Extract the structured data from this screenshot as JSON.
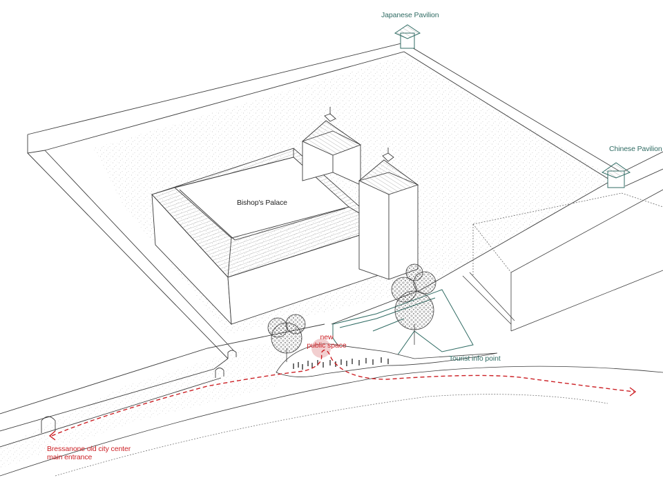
{
  "colors": {
    "line": "#3a3a3a",
    "pavilion": "#2f6b63",
    "path": "#cc1f24",
    "gravel": "#cfcfcf"
  },
  "labels": {
    "japanese_pavilion": "Japanese Pavilion",
    "chinese_pavilion": "Chinese Pavilion",
    "bishops_palace": "Bishop's Palace",
    "new_public_space_line1": "new",
    "new_public_space_line2": "public space",
    "tourist_info_point": "Tourist info point",
    "entrance_line1": "Bressanone old city center",
    "entrance_line2": "main entrance"
  }
}
